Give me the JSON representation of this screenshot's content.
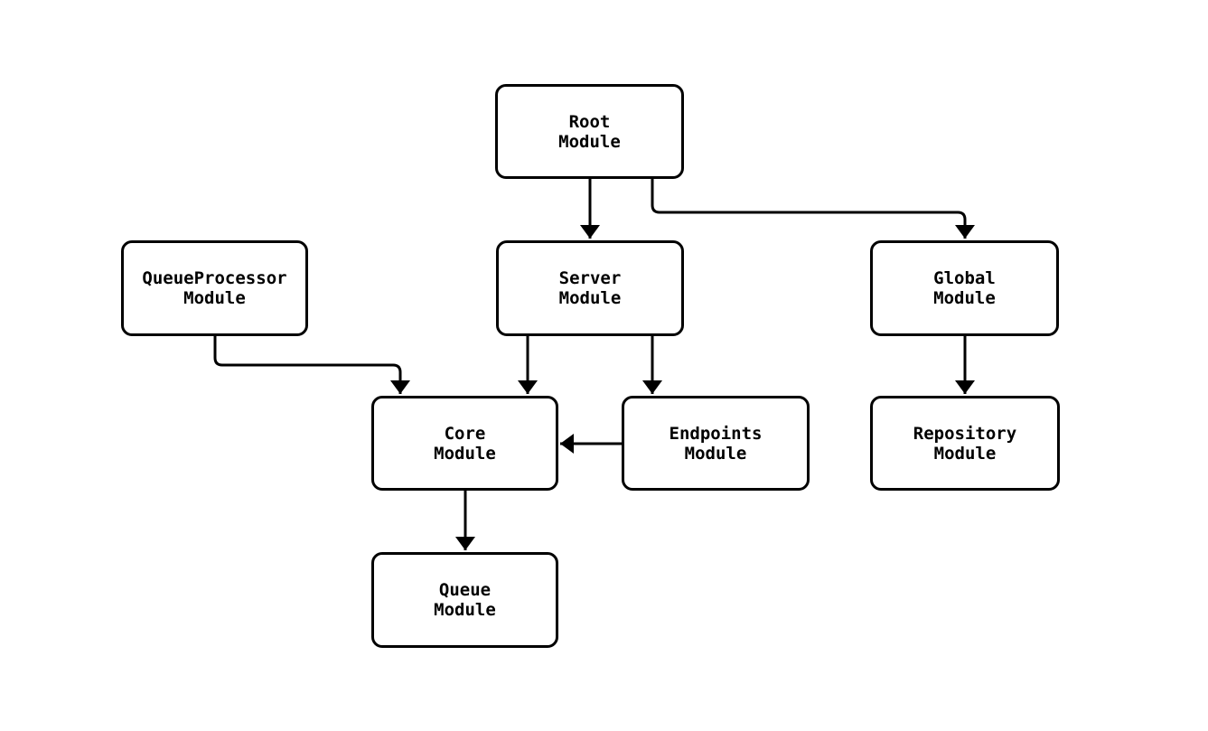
{
  "diagram": {
    "nodes": {
      "root": {
        "line1": "Root",
        "line2": "Module"
      },
      "queueprocessor": {
        "line1": "QueueProcessor",
        "line2": "Module"
      },
      "server": {
        "line1": "Server",
        "line2": "Module"
      },
      "global": {
        "line1": "Global",
        "line2": "Module"
      },
      "core": {
        "line1": "Core",
        "line2": "Module"
      },
      "endpoints": {
        "line1": "Endpoints",
        "line2": "Module"
      },
      "repository": {
        "line1": "Repository",
        "line2": "Module"
      },
      "queue": {
        "line1": "Queue",
        "line2": "Module"
      }
    },
    "edges": [
      {
        "from": "Root Module",
        "to": "Server Module"
      },
      {
        "from": "Root Module",
        "to": "Global Module"
      },
      {
        "from": "QueueProcessor Module",
        "to": "Core Module"
      },
      {
        "from": "Server Module",
        "to": "Core Module"
      },
      {
        "from": "Server Module",
        "to": "Endpoints Module"
      },
      {
        "from": "Endpoints Module",
        "to": "Core Module"
      },
      {
        "from": "Core Module",
        "to": "Queue Module"
      },
      {
        "from": "Global Module",
        "to": "Repository Module"
      }
    ],
    "colors": {
      "stroke": "#000000",
      "node_fill": "#ffffff",
      "background": "#ffffff",
      "text": "#000000"
    }
  }
}
